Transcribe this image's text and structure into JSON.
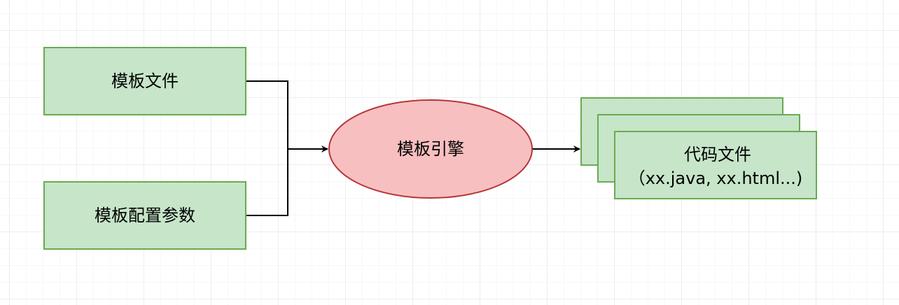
{
  "nodes": {
    "template_file": "模板文件",
    "template_params": "模板配置参数",
    "engine": "模板引擎",
    "output_title": "代码文件",
    "output_subtitle": "（xx.java, xx.html...)"
  },
  "colors": {
    "box_fill": "#c6e5c9",
    "box_stroke": "#6aaa50",
    "ellipse_fill": "#f8bfc0",
    "ellipse_stroke": "#b5363a",
    "grid_minor": "#f0f0f0",
    "grid_major": "#dcdcdc"
  }
}
